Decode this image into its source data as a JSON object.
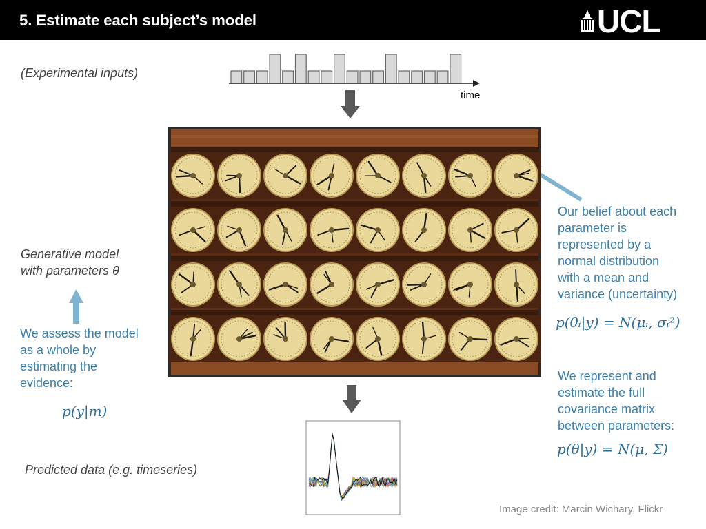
{
  "header": {
    "title": "5. Estimate each subject’s model",
    "logo_text": "UCL"
  },
  "inputs": {
    "label": "(Experimental inputs)",
    "time_label": "time",
    "pulse_levels": [
      0,
      0,
      0,
      1,
      0,
      1,
      0,
      0,
      1,
      0,
      0,
      0,
      1,
      0,
      0,
      0,
      0,
      1
    ]
  },
  "generative": {
    "line1": "Generative model",
    "line2": "with parameters θ"
  },
  "evidence": {
    "lines": [
      "We assess the model",
      "as a whole by",
      "estimating the",
      "evidence:"
    ],
    "formula": "p(y|m)"
  },
  "belief": {
    "lines": [
      "Our belief about each",
      "parameter is",
      "represented by a",
      "normal distribution",
      "with a mean and",
      "variance (uncertainty)"
    ],
    "formula": "p(θᵢ|y) = N(μᵢ, σᵢ²)"
  },
  "covariance": {
    "lines": [
      "We represent and",
      "estimate the full",
      "covariance matrix",
      "between parameters:"
    ],
    "formula": "p(θ|y) = N(μ, Σ)"
  },
  "predicted": {
    "label": "Predicted data (e.g. timeseries)"
  },
  "credit": "Image credit: Marcin Wichary, Flickr",
  "colors": {
    "accent_blue": "#3e7fa8",
    "arrow_blue": "#7fb3d0",
    "wood": "#7a3f1e",
    "dial": "#e9d89a"
  }
}
